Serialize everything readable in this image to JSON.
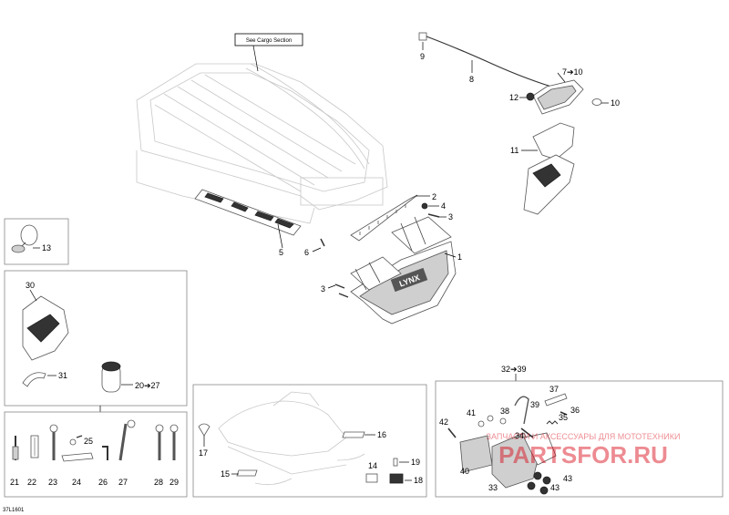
{
  "ref_box": {
    "label": "See Cargo Section"
  },
  "callouts": {
    "c1": "1",
    "c2": "2",
    "c3a": "3",
    "c3b": "3",
    "c4": "4",
    "c5": "5",
    "c6": "6",
    "c8": "8",
    "c9": "9",
    "c7_10": "7➔10",
    "c10": "10",
    "c11": "11",
    "c12": "12",
    "c13": "13",
    "c30": "30",
    "c31": "31",
    "c20_27": "20➔27",
    "c21": "21",
    "c22": "22",
    "c23": "23",
    "c24": "24",
    "c25": "25",
    "c26": "26",
    "c27": "27",
    "c28": "28",
    "c29": "29",
    "c14": "14",
    "c15": "15",
    "c16": "16",
    "c17": "17",
    "c18": "18",
    "c19": "19",
    "c32_39": "32➔39",
    "c33": "33",
    "c34": "34",
    "c35": "35",
    "c36": "36",
    "c37": "37",
    "c38": "38",
    "c39": "39",
    "c40": "40",
    "c41": "41",
    "c42": "42",
    "c43a": "43",
    "c43b": "43"
  },
  "flap_logo": "LYNX",
  "watermark": {
    "line1": "ЗАПЧАСТИ И АКСЕССУАРЫ ДЛЯ МОТОТЕХНИКИ",
    "line2": "PARTSFOR.RU",
    "color": "#d9000f"
  },
  "doc_code": "37L1601"
}
